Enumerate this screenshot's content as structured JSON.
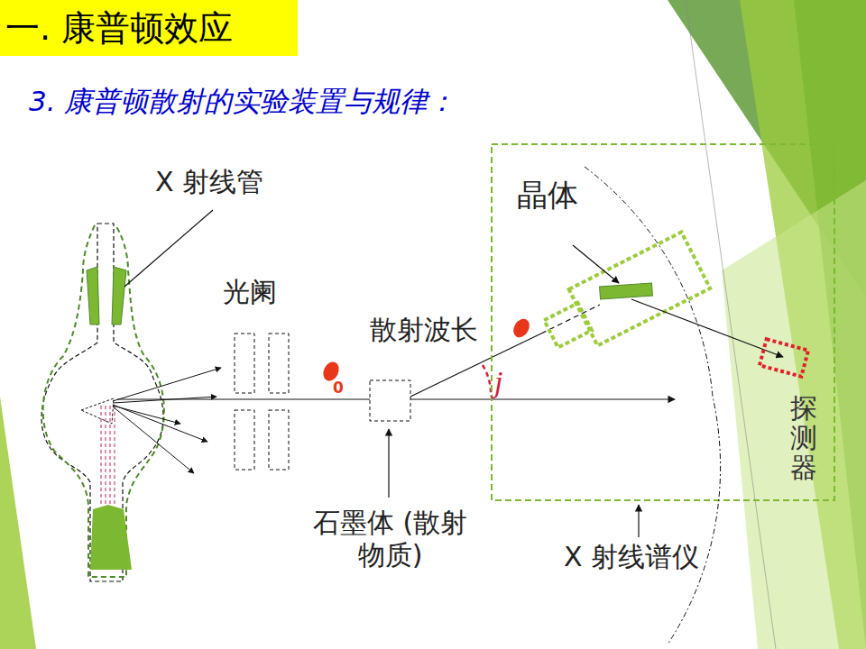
{
  "diagram": {
    "title": "一. 康普顿效应",
    "labels": [
      "3. 康普顿散射的实验装置与规律：",
      "X 射线管",
      "晶体",
      "光阑",
      "散射波长",
      "0",
      "j",
      "探测器",
      "石墨体 (散射物质)",
      "X 射线谱仪"
    ]
  }
}
